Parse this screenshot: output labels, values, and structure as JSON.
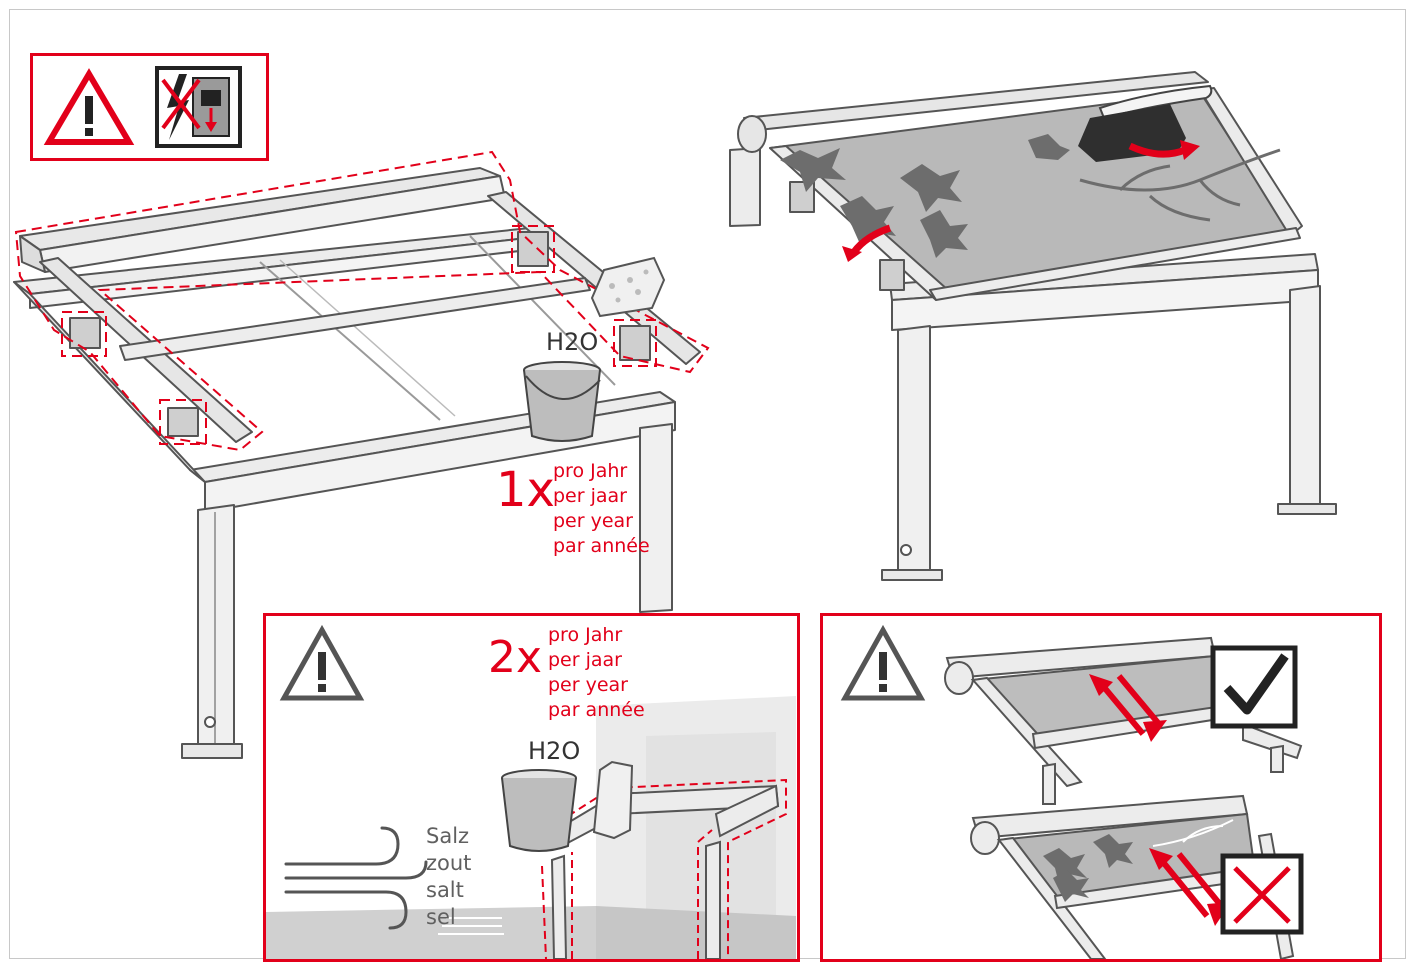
{
  "top_left": {
    "water_label": "H2O",
    "frequency": {
      "count": "1x",
      "lines": [
        "pro Jahr",
        "per jaar",
        "per year",
        "par année"
      ]
    }
  },
  "bottom_left": {
    "water_label": "H2O",
    "frequency": {
      "count": "2x",
      "lines": [
        "pro Jahr",
        "per jaar",
        "per year",
        "par année"
      ]
    },
    "salt_lines": [
      "Salz",
      "zout",
      "salt",
      "sel"
    ]
  },
  "icons": {
    "warning": "warning-triangle",
    "power_off": "disconnect-power-switch",
    "correct": "check-mark",
    "wrong": "cross-mark",
    "wind": "wind-lines"
  },
  "colors": {
    "accent_red": "#e2001a",
    "line_gray": "#555555",
    "metal_light": "#ebebeb",
    "fabric_gray": "#b9b9b9"
  }
}
